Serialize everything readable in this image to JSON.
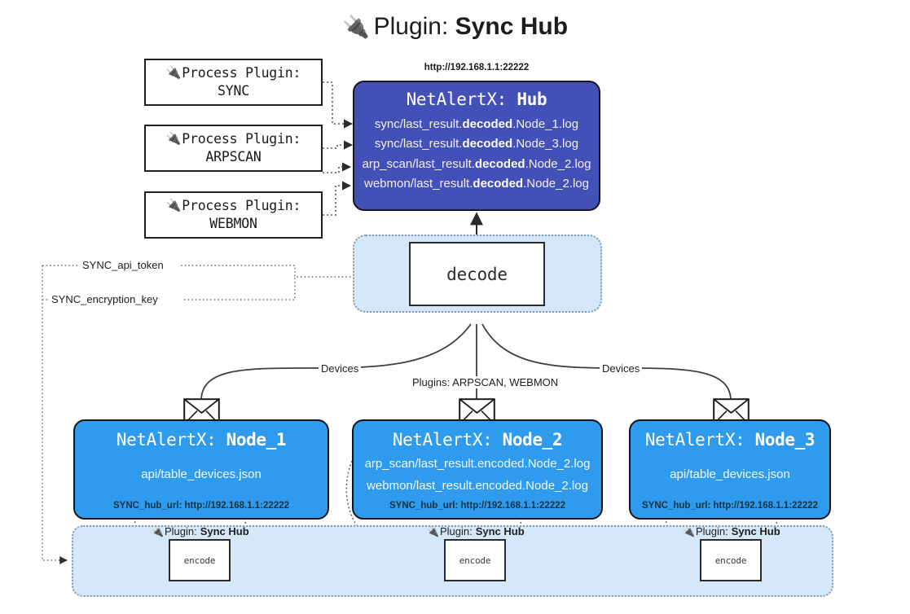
{
  "title": {
    "icon": "plug-icon",
    "glyph": "🔌",
    "prefix": "Plugin:",
    "name": "Sync Hub"
  },
  "process_plugins": [
    {
      "glyph": "🔌",
      "line1": "Process Plugin:",
      "line2": "SYNC"
    },
    {
      "glyph": "🔌",
      "line1": "Process Plugin:",
      "line2": "ARPSCAN"
    },
    {
      "glyph": "🔌",
      "line1": "Process Plugin:",
      "line2": "WEBMON"
    }
  ],
  "hub": {
    "url": "http://192.168.1.1:22222",
    "title_prefix": "NetAlertX:",
    "title_name": "Hub",
    "lines": [
      {
        "pre": "sync/last_result.",
        "strong": "decoded",
        "post": ".Node_1.log"
      },
      {
        "pre": "sync/last_result.",
        "strong": "decoded",
        "post": ".Node_3.log"
      },
      {
        "pre": "arp_scan/last_result.",
        "strong": "decoded",
        "post": ".Node_2.log"
      },
      {
        "pre": "webmon/last_result.",
        "strong": "decoded",
        "post": ".Node_2.log"
      }
    ]
  },
  "decode": {
    "label": "decode"
  },
  "settings": {
    "api_token": "SYNC_api_token",
    "encryption_key": "SYNC_encryption_key"
  },
  "edges": {
    "devices_left": "Devices",
    "devices_right": "Devices",
    "plugins_center": "Plugins: ARPSCAN, WEBMON"
  },
  "nodes": [
    {
      "title_prefix": "NetAlertX:",
      "title_name": "Node_1",
      "lines": [
        "api/table_devices.json"
      ],
      "footer": "SYNC_hub_url: http://192.168.1.1:22222"
    },
    {
      "title_prefix": "NetAlertX:",
      "title_name": "Node_2",
      "lines": [
        "arp_scan/last_result.encoded.Node_2.log",
        "webmon/last_result.encoded.Node_2.log"
      ],
      "footer": "SYNC_hub_url: http://192.168.1.1:22222"
    },
    {
      "title_prefix": "NetAlertX:",
      "title_name": "Node_3",
      "lines": [
        "api/table_devices.json"
      ],
      "footer": "SYNC_hub_url: http://192.168.1.1:22222"
    }
  ],
  "encoders": [
    {
      "glyph": "🔌",
      "caption_prefix": "Plugin:",
      "caption_name": "Sync Hub",
      "label": "encode"
    },
    {
      "glyph": "🔌",
      "caption_prefix": "Plugin:",
      "caption_name": "Sync Hub",
      "label": "encode"
    },
    {
      "glyph": "🔌",
      "caption_prefix": "Plugin:",
      "caption_name": "Sync Hub",
      "label": "encode"
    }
  ],
  "colors": {
    "hub_fill": "#4250b7",
    "node_fill": "#2f9bef",
    "zone_fill": "#d5e8fa",
    "stroke": "#15151a"
  }
}
